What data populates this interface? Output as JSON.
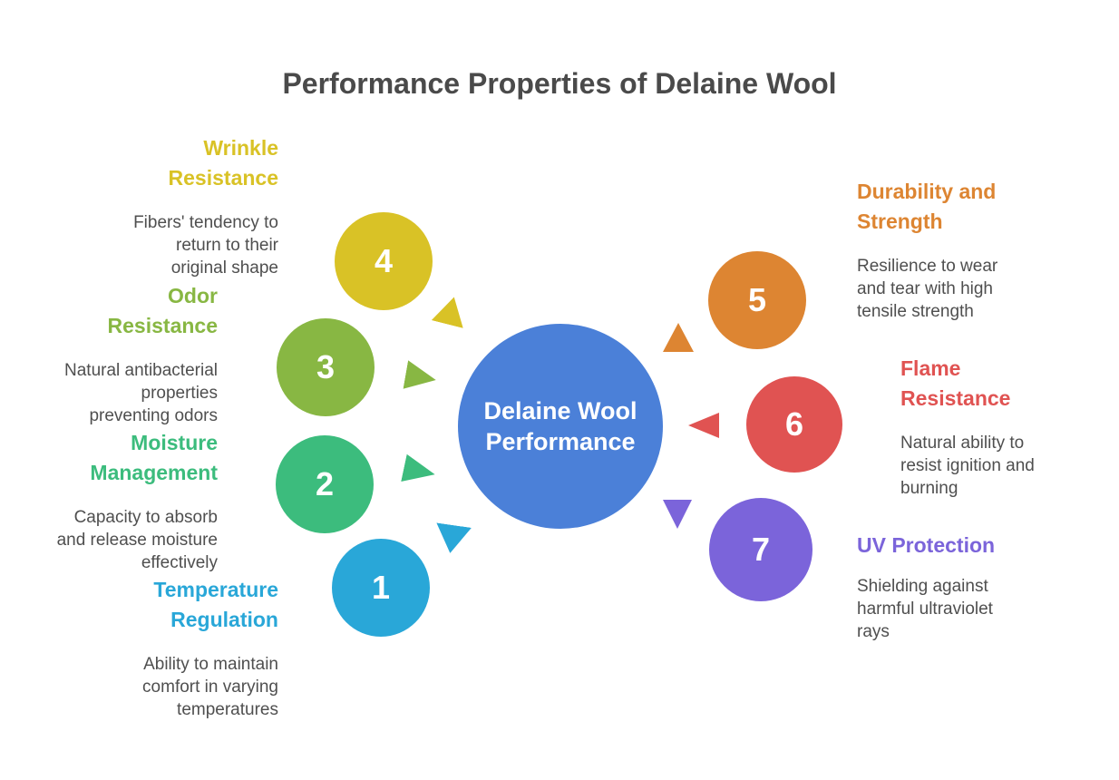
{
  "title": "Performance Properties of Delaine Wool",
  "center": {
    "label": "Delaine Wool\nPerformance",
    "color": "#4b80d8"
  },
  "items": [
    {
      "number": "1",
      "title": "Temperature\nRegulation",
      "description": "Ability to maintain\ncomfort in varying\ntemperatures",
      "color": "#29a7d8",
      "arrow": "down-arrow"
    },
    {
      "number": "2",
      "title": "Moisture\nManagement",
      "description": "Capacity to absorb\nand release moisture\neffectively",
      "color": "#3cbc7d",
      "arrow": "right-arrow"
    },
    {
      "number": "3",
      "title": "Odor\nResistance",
      "description": "Natural antibacterial\nproperties\npreventing odors",
      "color": "#88b743",
      "arrow": "right-arrow"
    },
    {
      "number": "4",
      "title": "Wrinkle\nResistance",
      "description": "Fibers' tendency to\nreturn to their\noriginal shape",
      "color": "#d9c226",
      "arrow": "up-arrow"
    },
    {
      "number": "5",
      "title": "Durability and\nStrength",
      "description": "Resilience to wear\nand tear with high\ntensile strength",
      "color": "#dd8532",
      "arrow": "up-arrow"
    },
    {
      "number": "6",
      "title": "Flame\nResistance",
      "description": "Natural ability to\nresist ignition and\nburning",
      "color": "#e05352",
      "arrow": "left-arrow"
    },
    {
      "number": "7",
      "title": "UV Protection",
      "description": "Shielding against\nharmful ultraviolet\nrays",
      "color": "#7b64da",
      "arrow": "down-arrow"
    }
  ]
}
